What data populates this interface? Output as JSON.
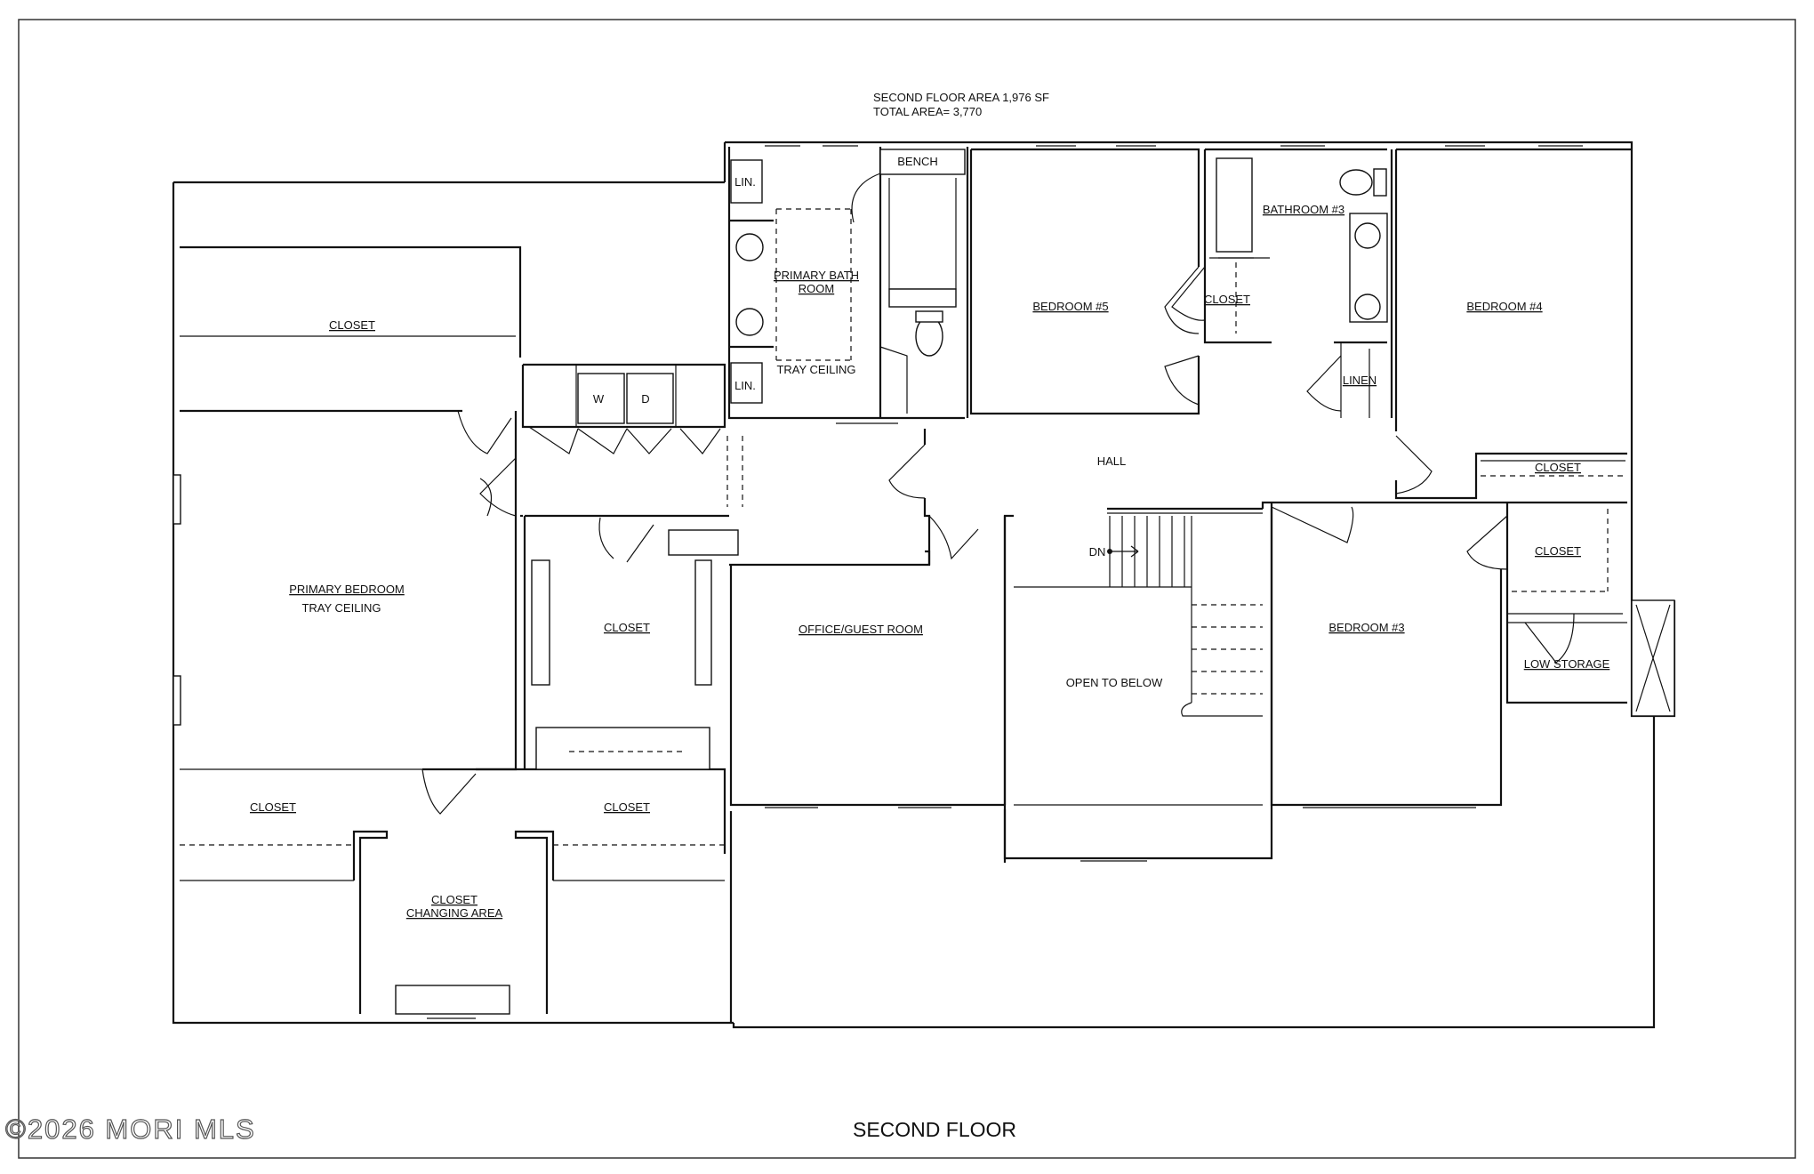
{
  "header": {
    "area_line1": "SECOND FLOOR AREA 1,976 SF",
    "area_line2": "TOTAL AREA= 3,770"
  },
  "footer": {
    "title": "SECOND FLOOR",
    "watermark": "©2026 MORI MLS"
  },
  "rooms": {
    "closet_top_left": "CLOSET",
    "primary_bedroom": "PRIMARY BEDROOM",
    "primary_bedroom_note": "TRAY CEILING",
    "lin_upper": "LIN.",
    "lin_lower": "LIN.",
    "primary_bath_1": "PRIMARY BATH",
    "primary_bath_2": "ROOM",
    "primary_bath_note": "TRAY CEILING",
    "bench": "BENCH",
    "washer": "W",
    "dryer": "D",
    "closet_walkin": "CLOSET",
    "office": "OFFICE/GUEST ROOM",
    "bedroom5": "BEDROOM #5",
    "closet_bed5": "CLOSET",
    "bathroom3": "BATHROOM #3",
    "linen": "LINEN",
    "bedroom4": "BEDROOM #4",
    "closet_bed4": "CLOSET",
    "hall": "HALL",
    "dn": "DN",
    "open_to_below": "OPEN TO BELOW",
    "bedroom3": "BEDROOM #3",
    "closet_bed3": "CLOSET",
    "low_storage": "LOW STORAGE",
    "closet_bottom_left": "CLOSET",
    "closet_bottom_mid": "CLOSET",
    "changing_1": "CLOSET",
    "changing_2": "CHANGING AREA"
  }
}
